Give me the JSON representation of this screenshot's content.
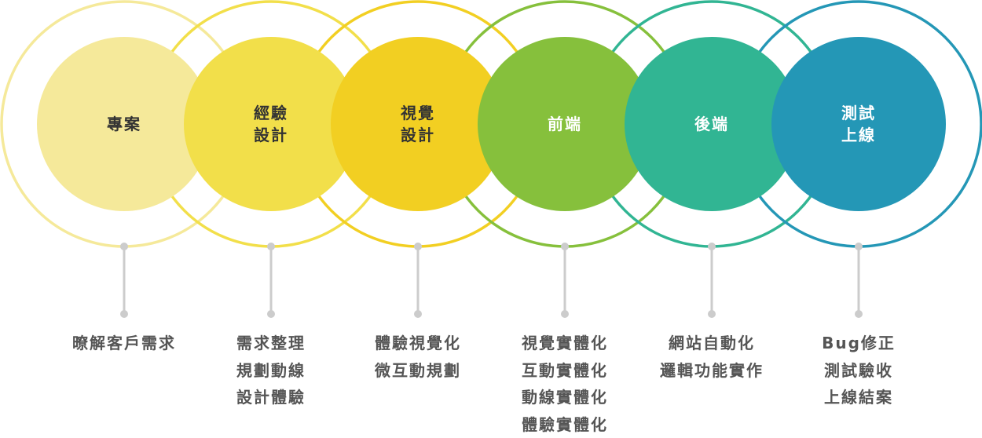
{
  "stages": [
    {
      "title": [
        "專案"
      ],
      "color": "#f5e99a",
      "ring": "#f5e99a",
      "title_color": "#333333",
      "items": [
        "暸解客戶需求"
      ]
    },
    {
      "title": [
        "經驗",
        "設計"
      ],
      "color": "#f2df4a",
      "ring": "#f2df4a",
      "title_color": "#333333",
      "items": [
        "需求整理",
        "規劃動線",
        "設計體驗"
      ]
    },
    {
      "title": [
        "視覺",
        "設計"
      ],
      "color": "#f2cf22",
      "ring": "#f2cf22",
      "title_color": "#333333",
      "items": [
        "體驗視覺化",
        "微互動規劃"
      ]
    },
    {
      "title": [
        "前端"
      ],
      "color": "#86c03c",
      "ring": "#86c03c",
      "title_color": "#ffffff",
      "items": [
        "視覺實體化",
        "互動實體化",
        "動線實體化",
        "體驗實體化"
      ]
    },
    {
      "title": [
        "後端"
      ],
      "color": "#31b593",
      "ring": "#31b593",
      "title_color": "#ffffff",
      "items": [
        "網站自動化",
        "邏輯功能實作"
      ]
    },
    {
      "title": [
        "測試",
        "上線"
      ],
      "color": "#2497b6",
      "ring": "#2497b6",
      "title_color": "#ffffff",
      "items": [
        "Bug修正",
        "測試驗收",
        "上線結案"
      ]
    }
  ],
  "connector_color": "#cccccc"
}
